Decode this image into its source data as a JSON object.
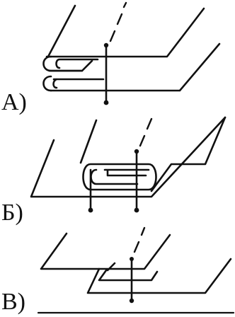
{
  "diagram": {
    "labels": {
      "a": "А)",
      "b": "Б)",
      "v": "В)"
    },
    "colors": {
      "ink": "#111111",
      "background": "#ffffff"
    }
  }
}
